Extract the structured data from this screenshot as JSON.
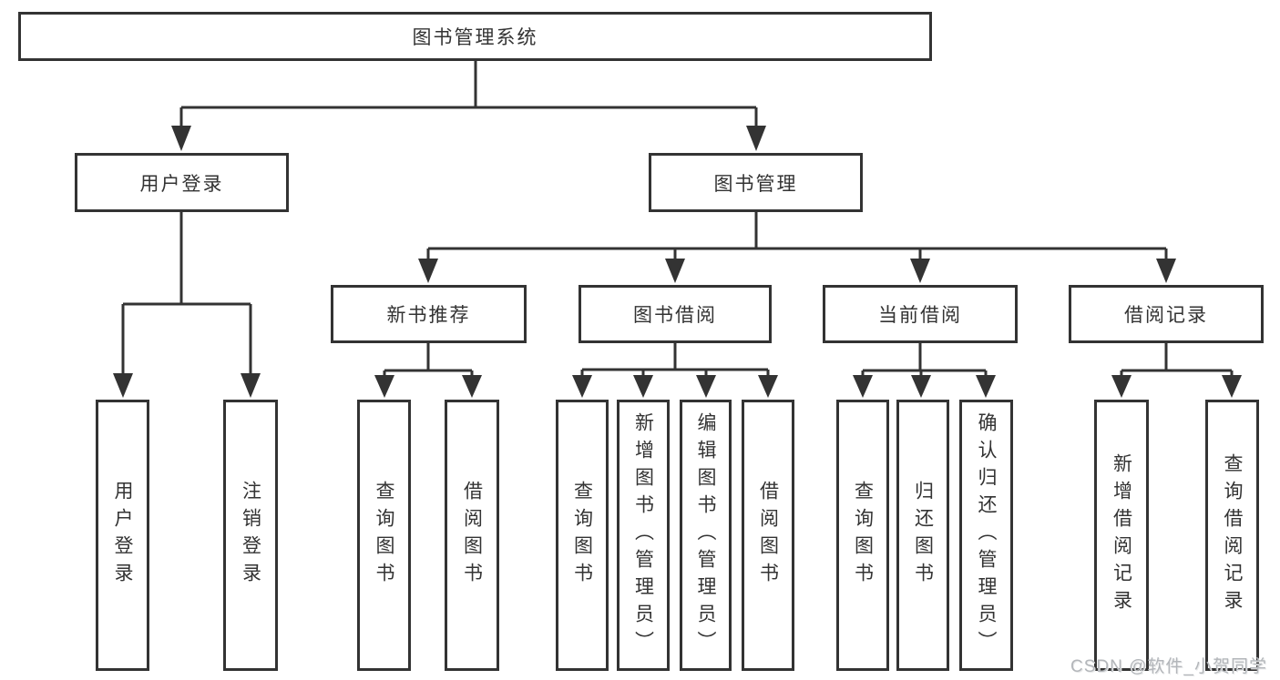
{
  "diagram": {
    "root": {
      "label": "图书管理系统"
    },
    "level2": [
      {
        "label": "用户登录"
      },
      {
        "label": "图书管理"
      }
    ],
    "level3": [
      {
        "label": "新书推荐",
        "parent": "图书管理"
      },
      {
        "label": "图书借阅",
        "parent": "图书管理"
      },
      {
        "label": "当前借阅",
        "parent": "图书管理"
      },
      {
        "label": "借阅记录",
        "parent": "图书管理"
      }
    ],
    "leaves": [
      {
        "label": "用户登录",
        "parent": "用户登录"
      },
      {
        "label": "注销登录",
        "parent": "用户登录"
      },
      {
        "label": "查询图书",
        "parent": "新书推荐"
      },
      {
        "label": "借阅图书",
        "parent": "新书推荐"
      },
      {
        "label": "查询图书",
        "parent": "图书借阅"
      },
      {
        "label": "新增图书（管理员）",
        "parent": "图书借阅"
      },
      {
        "label": "编辑图书（管理员）",
        "parent": "图书借阅"
      },
      {
        "label": "借阅图书",
        "parent": "图书借阅"
      },
      {
        "label": "查询图书",
        "parent": "当前借阅"
      },
      {
        "label": "归还图书",
        "parent": "当前借阅"
      },
      {
        "label": "确认归还（管理员）",
        "parent": "当前借阅"
      },
      {
        "label": "新增借阅记录",
        "parent": "借阅记录"
      },
      {
        "label": "查询借阅记录",
        "parent": "借阅记录"
      }
    ]
  },
  "watermark": {
    "text": "CSDN @软件_小贺同学"
  },
  "colors": {
    "line": "#333333",
    "text": "#333333",
    "box_border": "#333333",
    "background": "#ffffff",
    "watermark": "#b3b6ba"
  }
}
